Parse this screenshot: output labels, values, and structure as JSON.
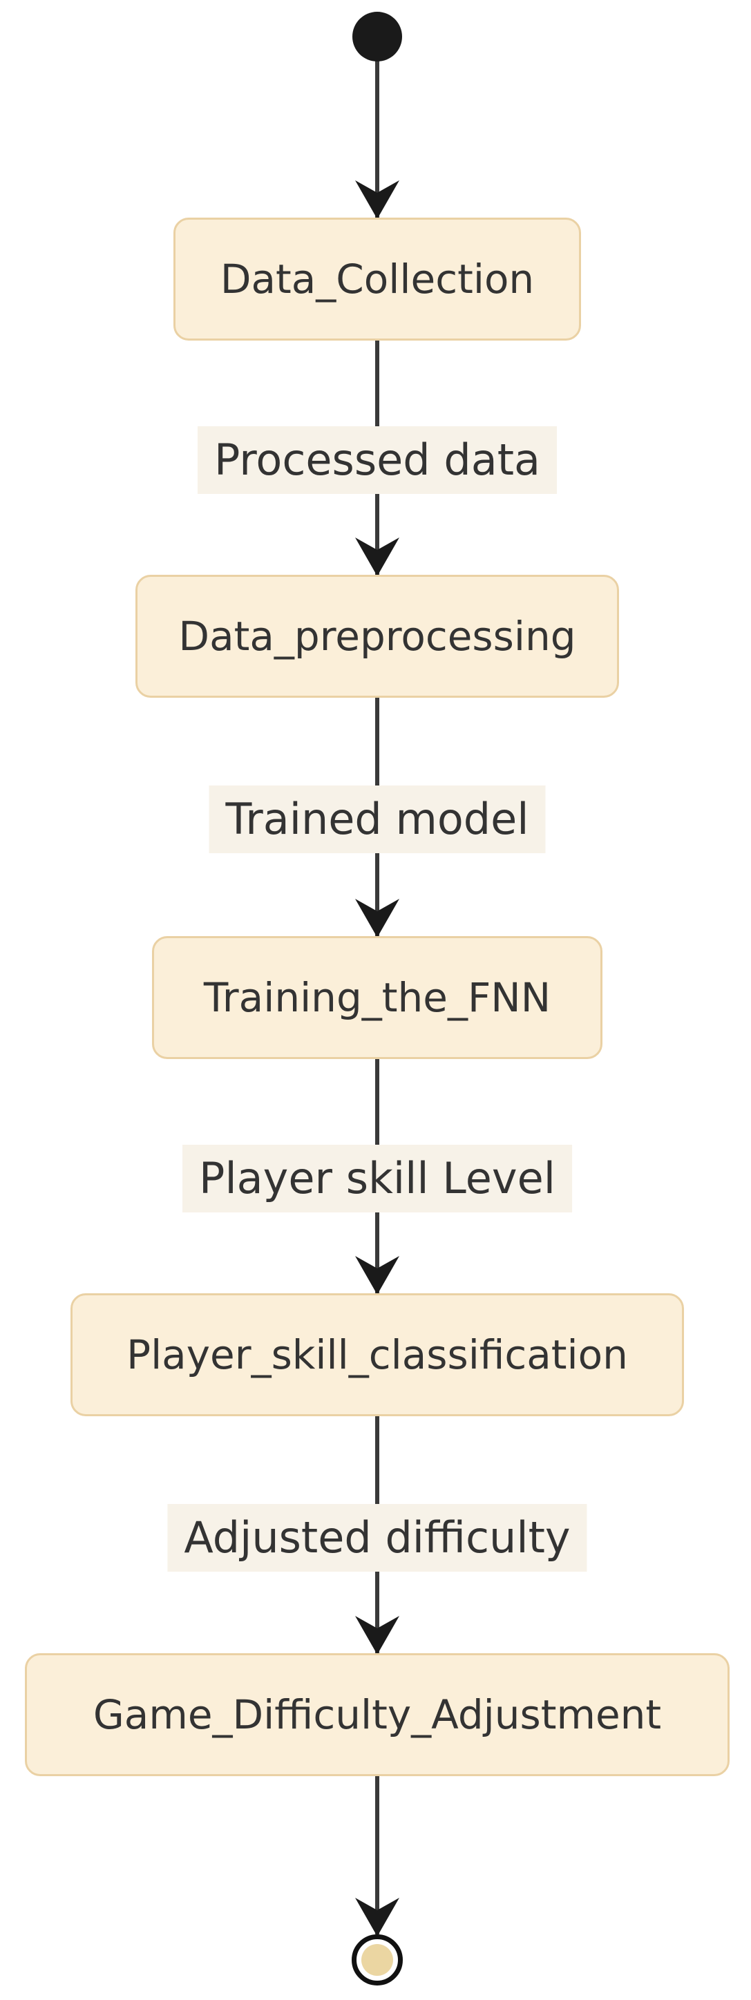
{
  "diagram_type": "state-diagram",
  "colors": {
    "background": "#ffffff",
    "state_fill": "#fbefd9",
    "state_border": "#ead1a4",
    "state_text": "#333333",
    "edge_label_bg": "#f7f2e8",
    "edge_label_text": "#333333",
    "edge_line": "#3a3a3a",
    "arrowhead": "#1a1a1a",
    "initial_state_fill": "#1a1a1a",
    "final_state_ring": "#111111",
    "final_state_fill": "#ebd6a2"
  },
  "states": [
    {
      "label": "Data_Collection"
    },
    {
      "label": "Data_preprocessing"
    },
    {
      "label": "Training_the_FNN"
    },
    {
      "label": "Player_skill_classification"
    },
    {
      "label": "Game_Difficulty_Adjustment"
    }
  ],
  "transitions": [
    {
      "from": "[*]",
      "to": "Data_Collection",
      "label": ""
    },
    {
      "from": "Data_Collection",
      "to": "Data_preprocessing",
      "label": "Processed data"
    },
    {
      "from": "Data_preprocessing",
      "to": "Training_the_FNN",
      "label": "Trained model"
    },
    {
      "from": "Training_the_FNN",
      "to": "Player_skill_classification",
      "label": "Player skill Level"
    },
    {
      "from": "Player_skill_classification",
      "to": "Game_Difficulty_Adjustment",
      "label": "Adjusted difficulty"
    },
    {
      "from": "Game_Difficulty_Adjustment",
      "to": "[*]",
      "label": ""
    }
  ]
}
